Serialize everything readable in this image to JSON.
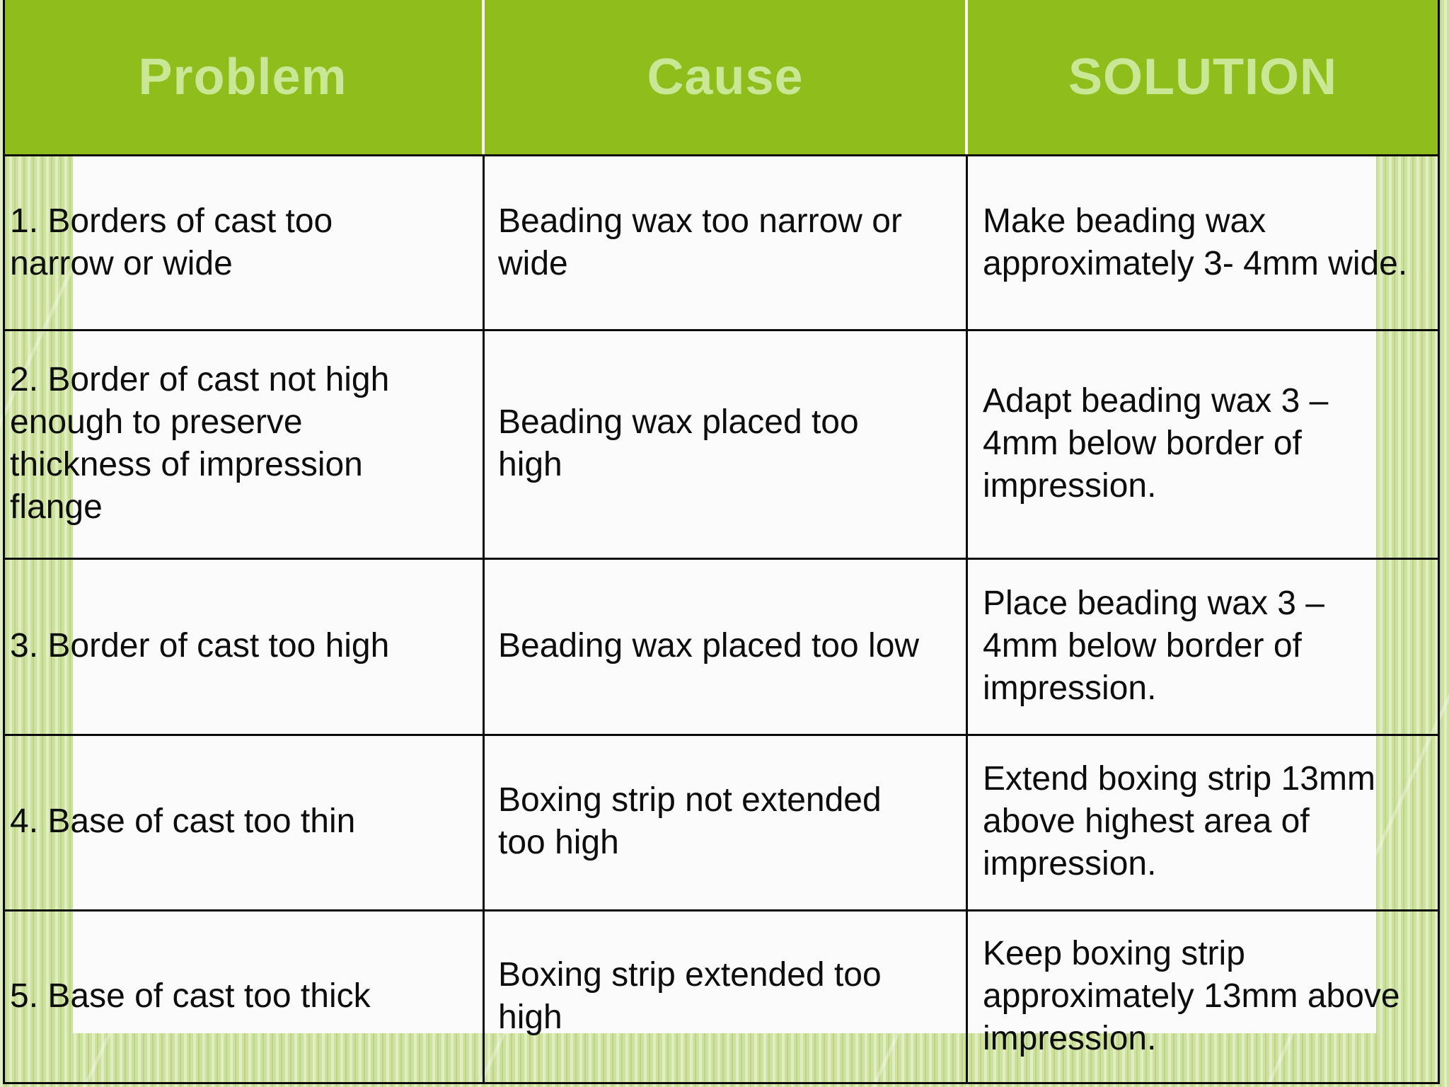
{
  "table": {
    "headers": [
      {
        "label": "Problem"
      },
      {
        "label": "Cause"
      },
      {
        "label": "SOLUTION"
      }
    ],
    "rows": [
      {
        "problem": [
          "1. Borders of cast too",
          "narrow or wide"
        ],
        "cause": [
          "Beading wax too narrow or",
          "wide"
        ],
        "solution": [
          "Make beading wax",
          "approximately 3- 4mm wide."
        ]
      },
      {
        "problem": [
          "2. Border of cast not high",
          "enough to preserve",
          "thickness of impression",
          "flange"
        ],
        "cause": [
          "Beading wax placed too",
          "high"
        ],
        "solution": [
          "Adapt beading wax 3 –",
          "4mm below border of",
          "impression."
        ]
      },
      {
        "problem": [
          "3. Border of cast too high"
        ],
        "cause": [
          "Beading wax placed too low"
        ],
        "solution": [
          "Place beading wax 3 –",
          "4mm below border of",
          "impression."
        ]
      },
      {
        "problem": [
          "4. Base of cast too thin"
        ],
        "cause": [
          "Boxing strip not extended",
          "too high"
        ],
        "solution": [
          "Extend boxing strip 13mm",
          "above highest area of",
          "impression."
        ]
      },
      {
        "problem": [
          "5. Base of cast too thick"
        ],
        "cause": [
          "Boxing strip extended too",
          "high"
        ],
        "solution": [
          "Keep boxing strip",
          "approximately 13mm above",
          "impression."
        ]
      }
    ]
  },
  "colors": {
    "header_green": "#8fbe1c",
    "header_text": "#c9e795",
    "header_separator": "#fdfef6",
    "stripe_base": "#cde29c",
    "cell_white": "#fbfbfb",
    "border_black": "#0b0b0b",
    "body_text": "#0d0d0d"
  }
}
